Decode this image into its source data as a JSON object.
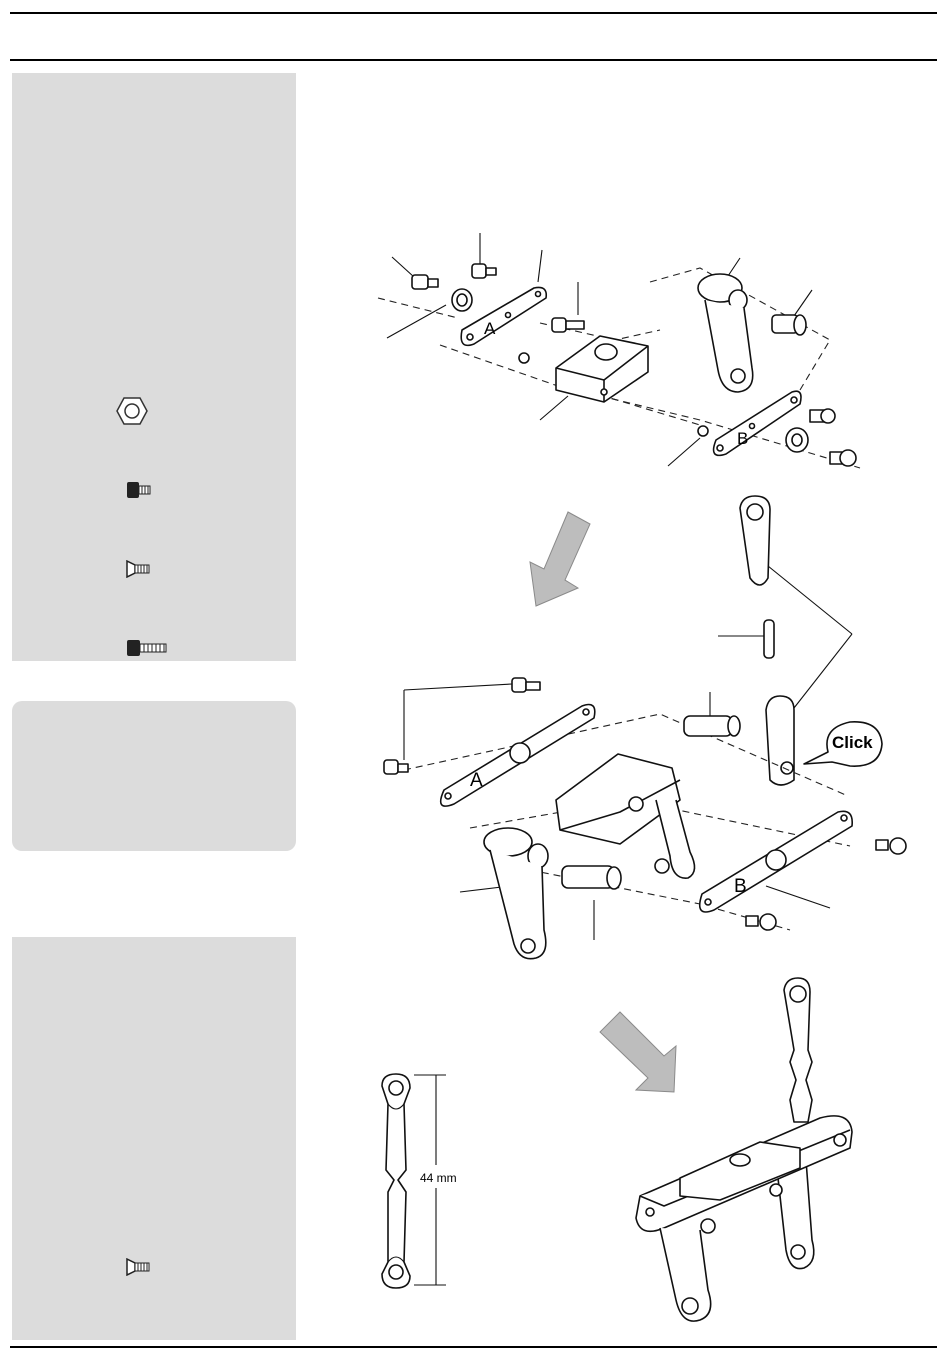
{
  "diagram": {
    "part_letters": {
      "a": "A",
      "b": "B"
    },
    "click_text": "Click",
    "dimension_text": "44 mm"
  },
  "sidebar": {
    "hardware_icons": [
      "nut-icon",
      "cap-screw-short-icon",
      "countersunk-screw-icon",
      "cap-screw-long-icon"
    ],
    "note_box_icons": [
      "countersunk-screw-icon"
    ]
  }
}
